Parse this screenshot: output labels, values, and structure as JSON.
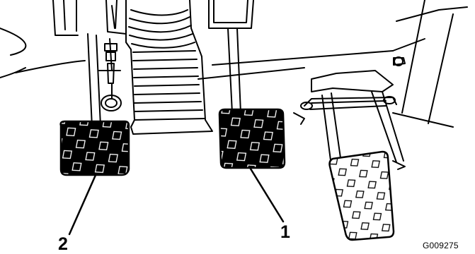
{
  "callouts": [
    {
      "id": "1"
    },
    {
      "id": "2"
    }
  ],
  "figure_id": "G009275",
  "colors": {
    "line": "#000000",
    "paper": "#ffffff",
    "pedal_fill": "#000000"
  }
}
